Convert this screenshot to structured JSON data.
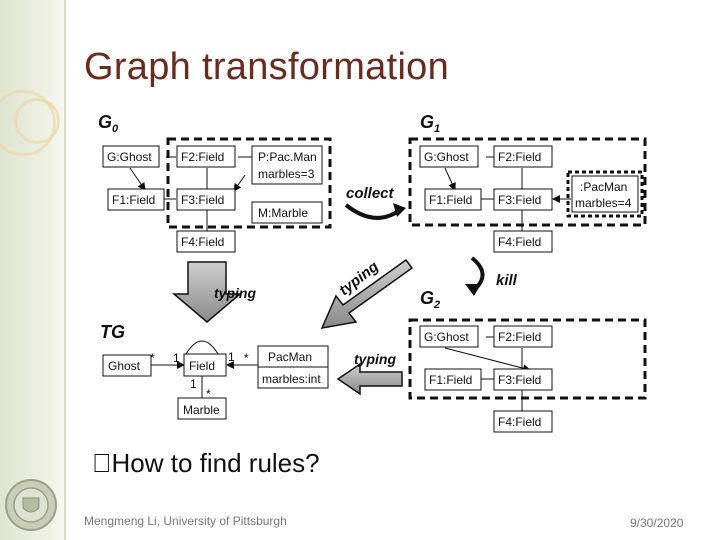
{
  "slide": {
    "title": "Graph transformation",
    "bullet_text": "How to find rules?",
    "bullet_marker": "",
    "footer_author": "Mengmeng Li, University of Pittsburgh",
    "footer_date": "9/30/2020"
  },
  "g0": {
    "label": "G",
    "sub": "0",
    "nodes": [
      "G:Ghost",
      "F2:Field",
      "P:Pac.Man",
      "marbles=3",
      "F1:Field",
      "F3:Field",
      "M:Marble",
      "F4:Field"
    ]
  },
  "g1": {
    "label": "G",
    "sub": "1",
    "nodes": [
      "G:Ghost",
      "F2:Field",
      "F1:Field",
      "F3:Field",
      ":PacMan",
      "marbles=4",
      "F4:Field"
    ]
  },
  "g2": {
    "label": "G",
    "sub": "2",
    "nodes": [
      "G:Ghost",
      "F2:Field",
      "F1:Field",
      "F3:Field",
      "F4:Field"
    ]
  },
  "tg": {
    "label": "TG",
    "nodes": [
      "Ghost",
      "Field",
      "PacMan",
      "marbles:int",
      "Marble"
    ],
    "multiplicities": [
      "*",
      "1",
      "1",
      "*",
      "1",
      "*"
    ]
  },
  "arrows": {
    "collect": "collect",
    "kill": "kill",
    "typing_down": "typing",
    "typing_diag": "typing",
    "typing_left": "typing"
  }
}
